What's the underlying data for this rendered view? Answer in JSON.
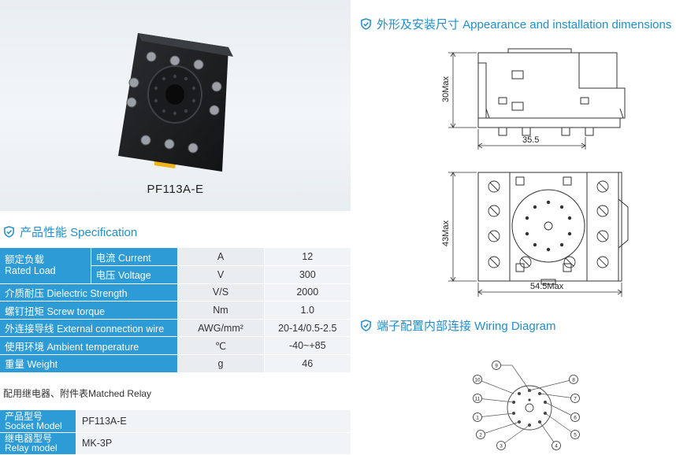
{
  "photo": {
    "caption": "PF113A-E"
  },
  "specification": {
    "title": "产品性能 Specification",
    "rated_load_label_cn": "额定负载",
    "rated_load_label_en": "Rated Load",
    "rows": [
      {
        "sub": "电流 Current",
        "unit": "A",
        "value": "12"
      },
      {
        "sub": "电压 Voltage",
        "unit": "V",
        "value": "300"
      },
      {
        "label": "介质耐压 Dielectric Strength",
        "unit": "V/S",
        "value": "2000"
      },
      {
        "label": "螺钉扭矩 Screw torque",
        "unit": "Nm",
        "value": "1.0"
      },
      {
        "label": "外连接导线 External connection wire",
        "unit": "AWG/mm²",
        "value": "20-14/0.5-2.5"
      },
      {
        "label": "使用环境 Ambient temperature",
        "unit": "℃",
        "value": "-40~+85"
      },
      {
        "label": "重量 Weight",
        "unit": "g",
        "value": "46"
      }
    ]
  },
  "matched": {
    "title": "配用继电器、附件表Matched Relay",
    "socket_label_cn": "产品型号",
    "socket_label_en": "Socket Model",
    "socket_value": "PF113A-E",
    "relay_label_cn": "继电器型号",
    "relay_label_en": "Relay model",
    "relay_value": "MK-3P"
  },
  "dimensions": {
    "title": "外形及安装尺寸 Appearance and installation dimensions",
    "height_label": "30Max",
    "width_top_label": "35.5",
    "side_label": "43Max",
    "width_bottom_label": "54.5Max"
  },
  "wiring": {
    "title": "端子配置内部连接 Wiring Diagram",
    "terminals": [
      "9",
      "10",
      "11",
      "1",
      "2",
      "3",
      "4",
      "5",
      "6",
      "7",
      "8"
    ]
  },
  "colors": {
    "accent": "#2c9bd6",
    "title": "#1f8fcf"
  }
}
